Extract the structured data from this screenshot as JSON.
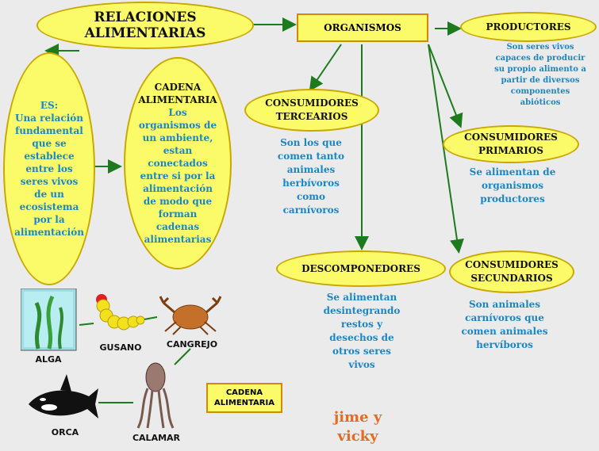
{
  "nodes": {
    "relaciones": "RELACIONES ALIMENTARIAS",
    "organismos": "ORGANISMOS",
    "productores": "PRODUCTORES",
    "productores_desc": "Son seres vivos capaces de producir su propio alimento a partir de diversos componentes abióticos",
    "terciarios": "CONSUMIDORES TERCEARIOS",
    "terciarios_desc": "Son los que comen tanto animales herbívoros como carnívoros",
    "primarios": "CONSUMIDORES PRIMARIOS",
    "primarios_desc": "Se alimentan de organismos productores",
    "descomponedores": "DESCOMPONEDORES",
    "descomponedores_desc": "Se alimentan desintegrando restos y desechos de otros seres vivos",
    "secundarios": "CONSUMIDORES SECUNDARIOS",
    "secundarios_desc": "Son animales carnívoros que comen animales hervíboros",
    "es_title": "ES:",
    "es_desc": "Una relación fundamental que se establece entre los seres vivos de un ecosistema por la alimentación",
    "cadena_title": "CADENA ALIMENTARIA",
    "cadena_desc": "Los organismos de un ambiente, estan conectados entre si por la alimentación de modo que forman cadenas alimentarias"
  },
  "chain": {
    "alga": "ALGA",
    "gusano": "GUSANO",
    "cangrejo": "CANGREJO",
    "calamar": "CALAMAR",
    "orca": "ORCA",
    "box_label": "CADENA ALIMENTARIA"
  },
  "credit": "jime y vicky",
  "colors": {
    "ellipse": "#fbfb6a",
    "text_blue": "#1a86c4",
    "arrow": "#1d7a1d",
    "credit": "#e86a1c"
  }
}
